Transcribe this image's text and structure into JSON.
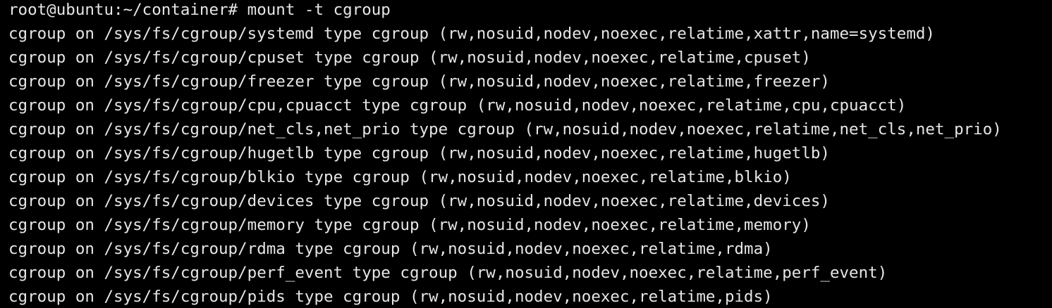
{
  "terminal": {
    "prompt": "root@ubuntu:~/container# mount -t cgroup",
    "output": [
      "cgroup on /sys/fs/cgroup/systemd type cgroup (rw,nosuid,nodev,noexec,relatime,xattr,name=systemd)",
      "cgroup on /sys/fs/cgroup/cpuset type cgroup (rw,nosuid,nodev,noexec,relatime,cpuset)",
      "cgroup on /sys/fs/cgroup/freezer type cgroup (rw,nosuid,nodev,noexec,relatime,freezer)",
      "cgroup on /sys/fs/cgroup/cpu,cpuacct type cgroup (rw,nosuid,nodev,noexec,relatime,cpu,cpuacct)",
      "cgroup on /sys/fs/cgroup/net_cls,net_prio type cgroup (rw,nosuid,nodev,noexec,relatime,net_cls,net_prio)",
      "cgroup on /sys/fs/cgroup/hugetlb type cgroup (rw,nosuid,nodev,noexec,relatime,hugetlb)",
      "cgroup on /sys/fs/cgroup/blkio type cgroup (rw,nosuid,nodev,noexec,relatime,blkio)",
      "cgroup on /sys/fs/cgroup/devices type cgroup (rw,nosuid,nodev,noexec,relatime,devices)",
      "cgroup on /sys/fs/cgroup/memory type cgroup (rw,nosuid,nodev,noexec,relatime,memory)",
      "cgroup on /sys/fs/cgroup/rdma type cgroup (rw,nosuid,nodev,noexec,relatime,rdma)",
      "cgroup on /sys/fs/cgroup/perf_event type cgroup (rw,nosuid,nodev,noexec,relatime,perf_event)",
      "cgroup on /sys/fs/cgroup/pids type cgroup (rw,nosuid,nodev,noexec,relatime,pids)"
    ]
  },
  "colors": {
    "background": "#000000",
    "text": "#e6e6e6"
  }
}
